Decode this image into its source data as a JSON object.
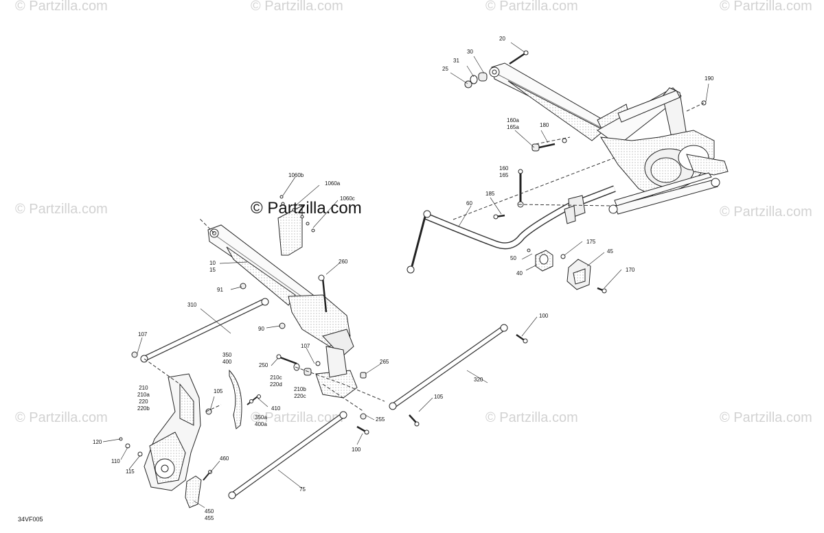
{
  "diagram": {
    "figure_code": "34VF005",
    "watermark_text": "© Partzilla.com",
    "main_watermark": "© Partzilla.com",
    "callouts": {
      "c20": "20",
      "c30": "30",
      "c31": "31",
      "c25": "25",
      "c190": "190",
      "c160a": "160a\n165a",
      "c180": "180",
      "c160": "160\n165",
      "c185": "185",
      "c60": "60",
      "c175": "175",
      "c45": "45",
      "c50": "50",
      "c40": "40",
      "c170": "170",
      "c1060b": "1060b",
      "c1060a": "1060a",
      "c1060c": "1060c",
      "c10": "10\n15",
      "c260": "260",
      "c91": "91",
      "c310": "310",
      "c90": "90",
      "c107a": "107",
      "c107b": "107",
      "c100a": "100",
      "c350": "350\n400",
      "c250": "250",
      "c210c": "210c\n220d",
      "c210b": "210b\n220c",
      "c265": "265",
      "c320": "320",
      "c210": "210\n210a\n220\n220b",
      "c105a": "105",
      "c410": "410",
      "c350a": "350a\n400a",
      "c105b": "105",
      "c255": "255",
      "c120": "120",
      "c110": "110",
      "c115": "115",
      "c100b": "100",
      "c460": "460",
      "c75": "75",
      "c450": "450\n455"
    }
  }
}
